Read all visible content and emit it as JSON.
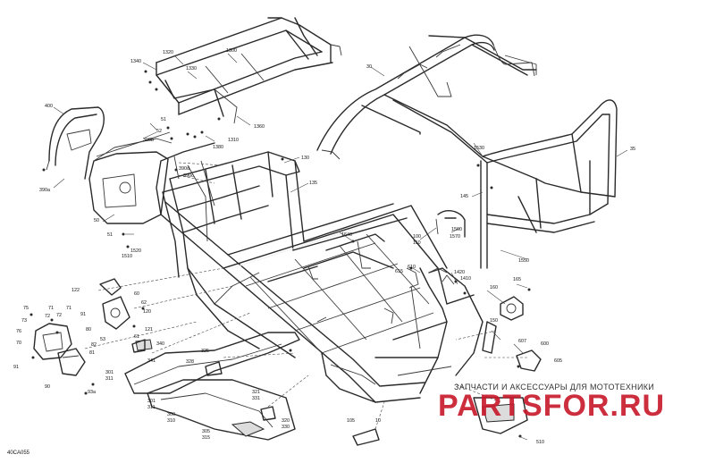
{
  "diagram": {
    "figure_code": "40CA055",
    "callouts": [
      {
        "id": "c1340",
        "text": "1340"
      },
      {
        "id": "c1320",
        "text": "1320"
      },
      {
        "id": "c1330",
        "text": "1330"
      },
      {
        "id": "c1300",
        "text": "1300"
      },
      {
        "id": "c1360",
        "text": "1360"
      },
      {
        "id": "c1310",
        "text": "1310"
      },
      {
        "id": "c1380",
        "text": "1380"
      },
      {
        "id": "c30",
        "text": "30"
      },
      {
        "id": "c400",
        "text": "400"
      },
      {
        "id": "c51",
        "text": "51"
      },
      {
        "id": "c52",
        "text": "52"
      },
      {
        "id": "c390b",
        "text": "390b"
      },
      {
        "id": "c390d",
        "text": "390d"
      },
      {
        "id": "c390c",
        "text": "390c"
      },
      {
        "id": "c390a",
        "text": "390a"
      },
      {
        "id": "c130",
        "text": "130"
      },
      {
        "id": "c135",
        "text": "135"
      },
      {
        "id": "c1530",
        "text": "1530"
      },
      {
        "id": "c35",
        "text": "35"
      },
      {
        "id": "c145",
        "text": "145"
      },
      {
        "id": "c50",
        "text": "50"
      },
      {
        "id": "c51b",
        "text": "51"
      },
      {
        "id": "c1520",
        "text": "1520"
      },
      {
        "id": "c1510",
        "text": "1510"
      },
      {
        "id": "c1640",
        "text": "1640"
      },
      {
        "id": "c100",
        "text": "100"
      },
      {
        "id": "c110",
        "text": "110"
      },
      {
        "id": "c1560",
        "text": "1560"
      },
      {
        "id": "c1570",
        "text": "1570"
      },
      {
        "id": "c1550",
        "text": "1550"
      },
      {
        "id": "c615",
        "text": "615"
      },
      {
        "id": "c610",
        "text": "610"
      },
      {
        "id": "c1420",
        "text": "1420"
      },
      {
        "id": "c1410",
        "text": "1410"
      },
      {
        "id": "c165",
        "text": "165"
      },
      {
        "id": "c160",
        "text": "160"
      },
      {
        "id": "c122",
        "text": "122"
      },
      {
        "id": "c60",
        "text": "60"
      },
      {
        "id": "c62",
        "text": "62"
      },
      {
        "id": "c120",
        "text": "120"
      },
      {
        "id": "c121",
        "text": "121"
      },
      {
        "id": "c61",
        "text": "61"
      },
      {
        "id": "c75",
        "text": "75"
      },
      {
        "id": "c71",
        "text": "71"
      },
      {
        "id": "c72",
        "text": "72"
      },
      {
        "id": "c71b",
        "text": "71"
      },
      {
        "id": "c72b",
        "text": "72"
      },
      {
        "id": "c91",
        "text": "91"
      },
      {
        "id": "c73",
        "text": "73"
      },
      {
        "id": "c76",
        "text": "76"
      },
      {
        "id": "c70",
        "text": "70"
      },
      {
        "id": "c53",
        "text": "53"
      },
      {
        "id": "c82",
        "text": "82"
      },
      {
        "id": "c81",
        "text": "81"
      },
      {
        "id": "c80",
        "text": "80"
      },
      {
        "id": "c91b",
        "text": "91"
      },
      {
        "id": "c90",
        "text": "90"
      },
      {
        "id": "c93a",
        "text": "93a"
      },
      {
        "id": "c340",
        "text": "340"
      },
      {
        "id": "c325",
        "text": "325"
      },
      {
        "id": "c341",
        "text": "341"
      },
      {
        "id": "c328",
        "text": "328"
      },
      {
        "id": "c301",
        "text": "301"
      },
      {
        "id": "c311",
        "text": "311"
      },
      {
        "id": "c321",
        "text": "321"
      },
      {
        "id": "c331",
        "text": "331"
      },
      {
        "id": "c301b",
        "text": "301"
      },
      {
        "id": "c311b",
        "text": "311"
      },
      {
        "id": "c300",
        "text": "300"
      },
      {
        "id": "c310",
        "text": "310"
      },
      {
        "id": "c320",
        "text": "320"
      },
      {
        "id": "c330",
        "text": "330"
      },
      {
        "id": "c305",
        "text": "305"
      },
      {
        "id": "c315",
        "text": "315"
      },
      {
        "id": "c105",
        "text": "105"
      },
      {
        "id": "c10",
        "text": "10"
      },
      {
        "id": "c150",
        "text": "150"
      },
      {
        "id": "c607",
        "text": "607"
      },
      {
        "id": "c600",
        "text": "600"
      },
      {
        "id": "c605",
        "text": "605"
      },
      {
        "id": "c510",
        "text": "510"
      }
    ]
  },
  "watermark": {
    "tagline": "ЗАПЧАСТИ И АКСЕССУАРЫ ДЛЯ МОТОТЕХНИКИ",
    "brand": "PARTSFOR.RU",
    "brand_color": "#c8182a"
  }
}
